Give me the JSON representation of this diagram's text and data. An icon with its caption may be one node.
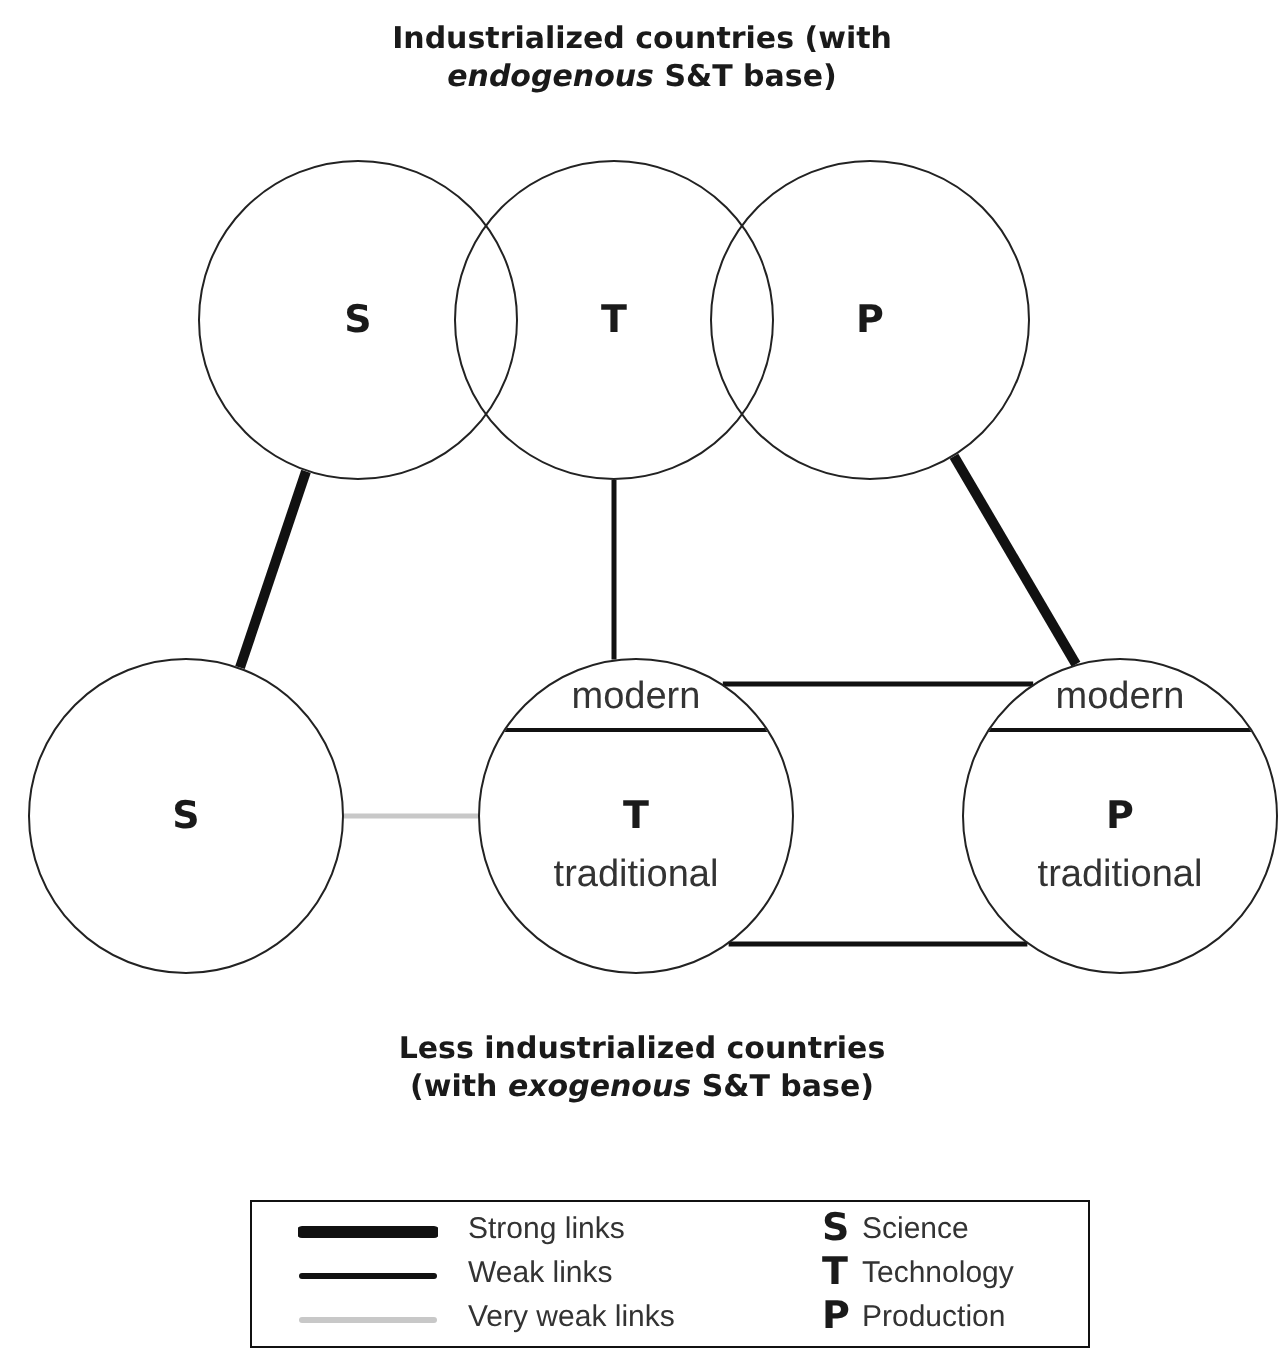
{
  "diagram": {
    "title": "Industrialized countries (with *endogenous* S&T base)",
    "caption": "Less industrialized countries (with *exogenous* S&T base)",
    "nodes": [
      {
        "text": [
          "S"
        ]
      },
      {
        "text": [
          "T"
        ]
      },
      {
        "text": [
          "P"
        ]
      },
      {
        "text": [
          "S"
        ]
      },
      {
        "text": [
          "T",
          "traditional"
        ]
      },
      {
        "text": [
          "modern"
        ],
        "in": 4
      },
      {
        "text": [
          "P",
          "traditional"
        ]
      },
      {
        "text": [
          "modern"
        ],
        "in": 6
      }
    ],
    "edges": [
      {
        "from": 0,
        "to": 3,
        "arrow": "none",
        "style": "thick"
      },
      {
        "from": 1,
        "to": 5,
        "arrow": "none"
      },
      {
        "from": 2,
        "to": 7,
        "arrow": "none",
        "style": "thick"
      },
      {
        "from": 5,
        "to": 7,
        "arrow": "none"
      },
      {
        "from": 3,
        "to": 4,
        "arrow": "none",
        "color": "#c8c8c8"
      },
      {
        "from": 4,
        "to": 6,
        "arrow": "none"
      }
    ],
    "labels": [
      "S",
      "Science",
      "T",
      "Technology",
      "P",
      "Production"
    ],
    "legend": [
      {
        "text": "Strong links"
      },
      {
        "text": "Weak links"
      },
      {
        "text": "Very weak links"
      }
    ]
  }
}
